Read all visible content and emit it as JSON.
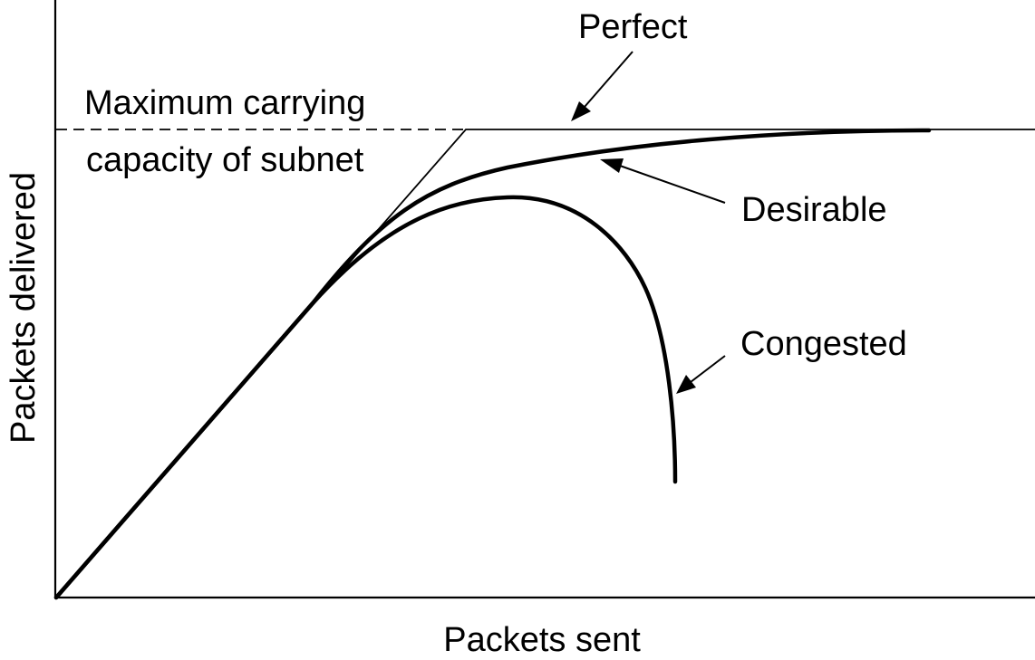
{
  "labels": {
    "y_axis": "Packets delivered",
    "x_axis": "Packets sent",
    "capacity_line1": "Maximum carrying",
    "capacity_line2": "capacity of subnet",
    "perfect": "Perfect",
    "desirable": "Desirable",
    "congested": "Congested"
  }
}
